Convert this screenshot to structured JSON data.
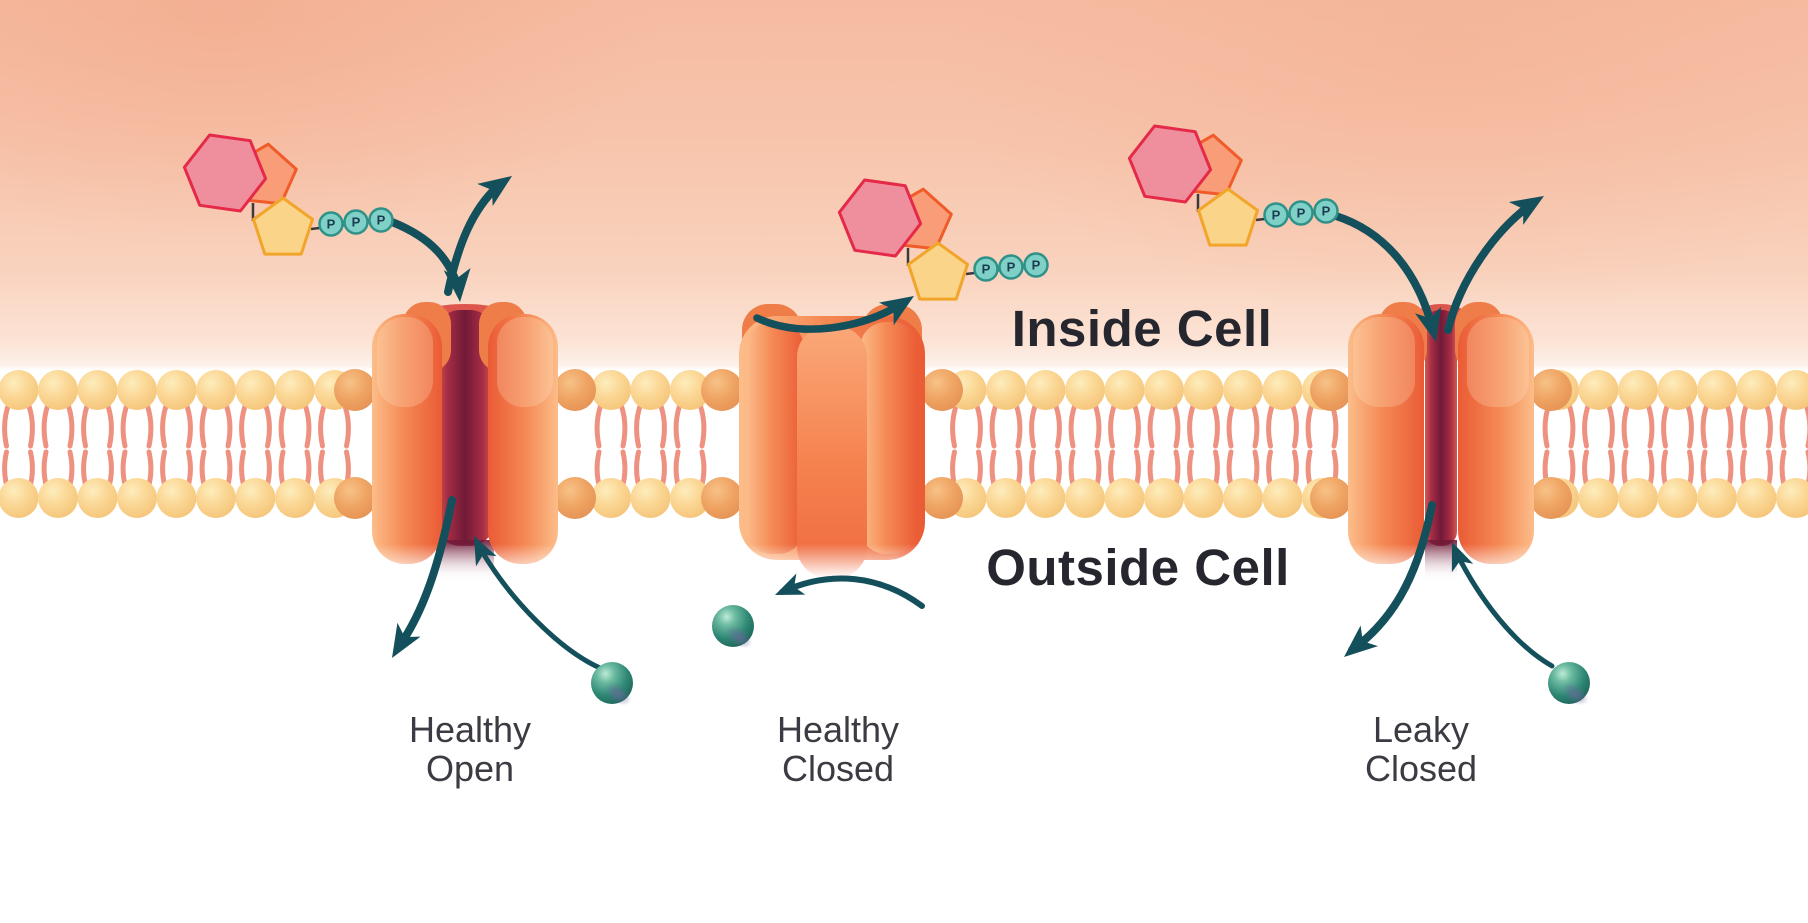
{
  "diagram": {
    "inside_label": "Inside Cell",
    "outside_label": "Outside Cell",
    "panels": [
      {
        "id": "healthy-open",
        "line1": "Healthy",
        "line2": "Open"
      },
      {
        "id": "healthy-closed",
        "line1": "Healthy",
        "line2": "Closed"
      },
      {
        "id": "leaky-closed",
        "line1": "Leaky",
        "line2": "Closed"
      }
    ],
    "phosphate_symbol": "P",
    "phosphate_count": 3
  },
  "palette": {
    "background_top": "#f5bba1",
    "background_fade": "#fdf1e9",
    "membrane_head": "#fbd795",
    "membrane_head_shaded": "#efa463",
    "lipid_tail": "#ee9180",
    "channel_orange_light": "#fcbd8a",
    "channel_orange_dark": "#ea5b35",
    "pore_red_light": "#d4584f",
    "pore_red_dark": "#701a38",
    "arrow_teal": "#14505b",
    "ion_teal": "#2f8875",
    "ion_highlight": "#bdebd6",
    "ion_shadow_purple": "#686a9b",
    "atp_hexagon_fill": "#ef8f9e",
    "atp_hexagon_stroke": "#e52a49",
    "atp_pentagon_fill": "#f89d77",
    "atp_pentagon_stroke": "#f15b2a",
    "atp_ribose_fill": "#fad489",
    "atp_ribose_stroke": "#f2a52b",
    "phosphate_fill": "#7fd0c6",
    "phosphate_stroke": "#2f9188",
    "phosphate_text": "#1b3c50",
    "bond_line": "#3a3a3a",
    "heading_text": "#26262e",
    "caption_text": "#3b3b43"
  }
}
